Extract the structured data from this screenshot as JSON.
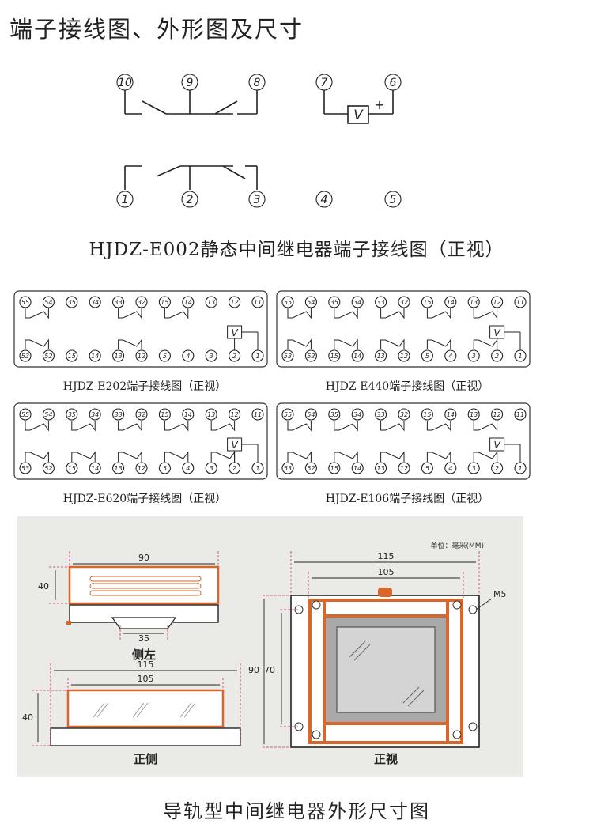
{
  "header": {
    "title": "端子接线图、外形图及尺寸"
  },
  "main_diagram": {
    "top_terminals": [
      "10",
      "9",
      "8",
      "7",
      "6"
    ],
    "bottom_terminals": [
      "1",
      "2",
      "3",
      "4",
      "5"
    ],
    "v_label": "V",
    "plus_label": "+",
    "caption": "HJDZ-E002静态中间继电器端子接线图（正视）"
  },
  "terminal_panels": [
    {
      "caption": "HJDZ-E202端子接线图（正视）",
      "top": [
        "55",
        "54",
        "35",
        "34",
        "33",
        "32",
        "15",
        "14",
        "13",
        "12",
        "11"
      ],
      "bottom": [
        "53",
        "52",
        "15",
        "14",
        "13",
        "12",
        "5",
        "4",
        "3",
        "2",
        "1"
      ]
    },
    {
      "caption": "HJDZ-E440端子接线图（正视）",
      "top": [
        "55",
        "54",
        "35",
        "34",
        "33",
        "32",
        "15",
        "14",
        "13",
        "12",
        "11"
      ],
      "bottom": [
        "53",
        "52",
        "15",
        "14",
        "13",
        "12",
        "5",
        "4",
        "3",
        "2",
        "1"
      ]
    },
    {
      "caption": "HJDZ-E620端子接线图（正视）",
      "top": [
        "55",
        "54",
        "35",
        "34",
        "33",
        "32",
        "15",
        "14",
        "13",
        "12",
        "11"
      ],
      "bottom": [
        "53",
        "52",
        "15",
        "14",
        "13",
        "12",
        "5",
        "4",
        "3",
        "2",
        "1"
      ]
    },
    {
      "caption": "HJDZ-E106端子接线图（正视）",
      "top": [
        "55",
        "54",
        "35",
        "34",
        "33",
        "32",
        "15",
        "14",
        "13",
        "12",
        "11"
      ],
      "bottom": [
        "53",
        "52",
        "15",
        "14",
        "13",
        "12",
        "5",
        "4",
        "3",
        "2",
        "1"
      ]
    }
  ],
  "dimension_drawing": {
    "unit_label": "单位：毫米(MM)",
    "side_view": {
      "width": "90",
      "height": "40",
      "rail": "35",
      "label": "侧左"
    },
    "front_side_view": {
      "outer": "115",
      "inner": "105",
      "height": "40",
      "label": "正侧"
    },
    "front_view": {
      "outer": "115",
      "inner": "105",
      "height_outer": "90",
      "height_inner": "70",
      "screw": "M5",
      "label": "正视"
    },
    "accent_color": "#d9662b",
    "dim_color": "#c0306a"
  },
  "footer": {
    "caption": "导轨型中间继电器外形尺寸图"
  }
}
